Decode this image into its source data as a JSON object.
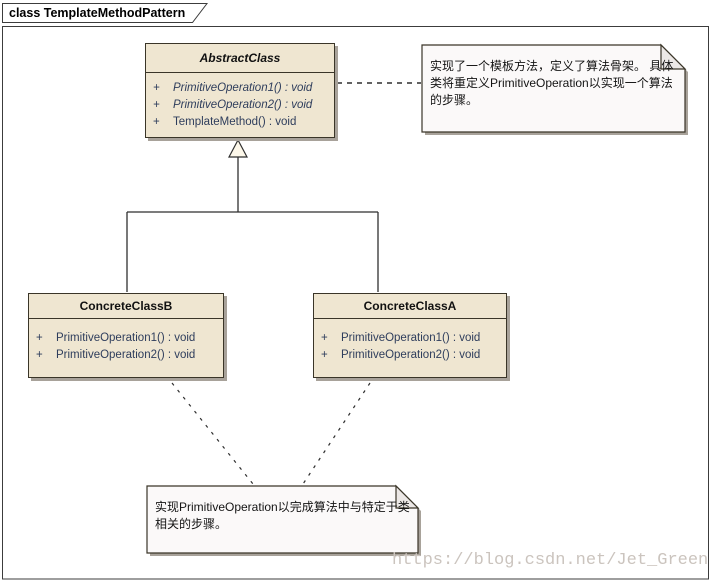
{
  "diagram": {
    "tab_title": "class TemplateMethodPattern",
    "watermark": "https://blog.csdn.net/Jet_Green"
  },
  "classes": {
    "abstract": {
      "name": "AbstractClass",
      "methods": [
        {
          "vis": "+",
          "sig": "PrimitiveOperation1() : void"
        },
        {
          "vis": "+",
          "sig": "PrimitiveOperation2() : void"
        },
        {
          "vis": "+",
          "sig": "TemplateMethod() : void"
        }
      ]
    },
    "concrete_b": {
      "name": "ConcreteClassB",
      "methods": [
        {
          "vis": "+",
          "sig": "PrimitiveOperation1() : void"
        },
        {
          "vis": "+",
          "sig": "PrimitiveOperation2() : void"
        }
      ]
    },
    "concrete_a": {
      "name": "ConcreteClassA",
      "methods": [
        {
          "vis": "+",
          "sig": "PrimitiveOperation1() : void"
        },
        {
          "vis": "+",
          "sig": "PrimitiveOperation2() : void"
        }
      ]
    }
  },
  "notes": {
    "template_note": "实现了一个模板方法，定义了算法骨架。 具体类将重定义PrimitiveOperation以实现一个算法的步骤。",
    "primitive_note": "实现PrimitiveOperation以完成算法中与特定于类相关的步骤。"
  },
  "relationships": [
    {
      "type": "generalization",
      "from": "ConcreteClassB",
      "to": "AbstractClass"
    },
    {
      "type": "generalization",
      "from": "ConcreteClassA",
      "to": "AbstractClass"
    },
    {
      "type": "note-link",
      "from": "template_note",
      "to": "AbstractClass"
    },
    {
      "type": "note-link",
      "from": "primitive_note",
      "to": "ConcreteClassB"
    },
    {
      "type": "note-link",
      "from": "primitive_note",
      "to": "ConcreteClassA"
    }
  ],
  "colors": {
    "class_fill": "#efe6d1",
    "note_fill": "#fbf9f9",
    "border": "#3a3528",
    "shadow": "#a8a29a",
    "method_text": "#2e3d5c",
    "watermark_text": "#cbc4be"
  }
}
